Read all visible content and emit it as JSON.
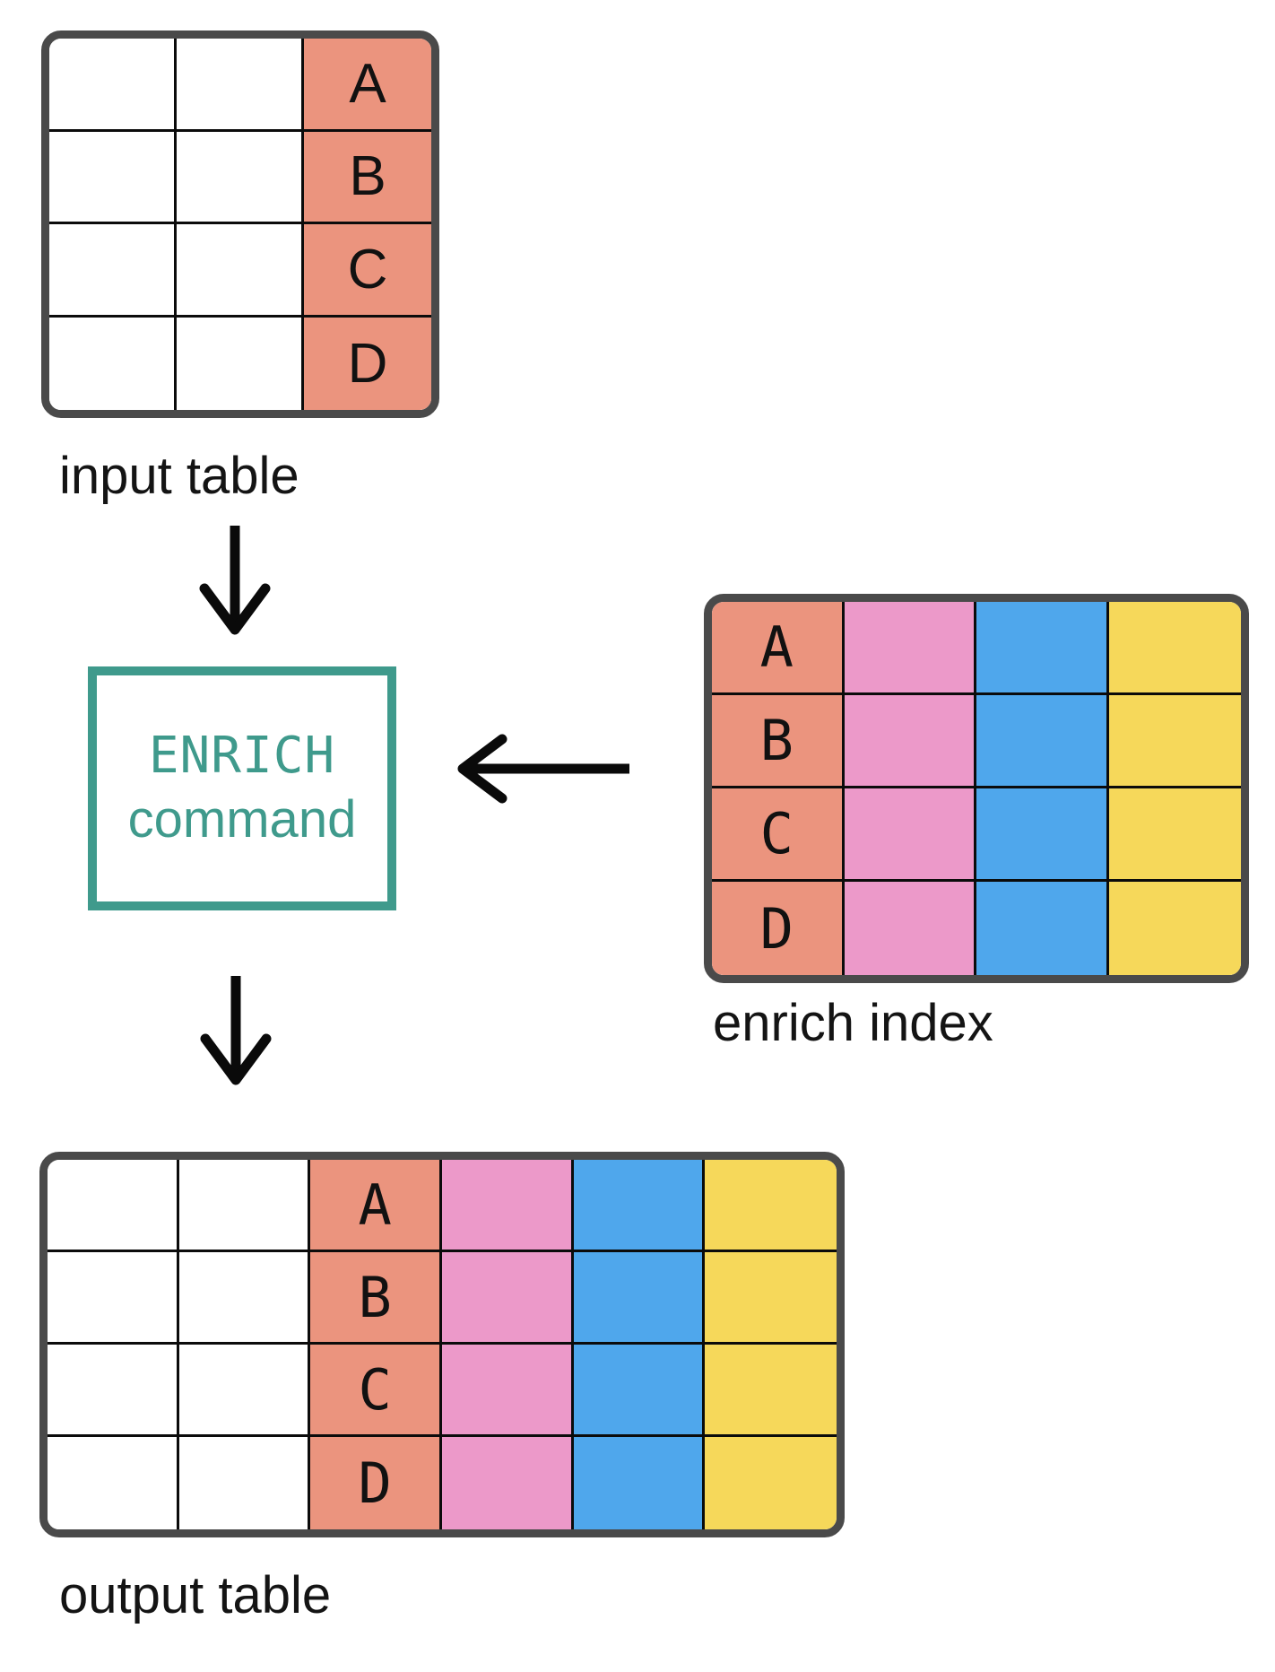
{
  "palette": {
    "background": "#ffffff",
    "border_dark": "#4a4a4a",
    "grid_line": "#0b0b0b",
    "teal": "#3f9a8c",
    "salmon": "#EB947E",
    "pink": "#EC99C9",
    "blue": "#4FA7EC",
    "yellow": "#F6D85A",
    "arrow_black": "#0a0a0a"
  },
  "icons": {
    "arrow_down": "↓",
    "arrow_left": "←"
  },
  "diagram": {
    "input_table": {
      "label": "input table",
      "rows": 4,
      "columns": [
        {
          "fill": "#ffffff",
          "values": [
            "",
            "",
            "",
            ""
          ]
        },
        {
          "fill": "#ffffff",
          "values": [
            "",
            "",
            "",
            ""
          ]
        },
        {
          "fill": "#EB947E",
          "values": [
            "A",
            "B",
            "C",
            "D"
          ]
        }
      ]
    },
    "enrich_command": {
      "keyword": "ENRICH",
      "word": "command"
    },
    "enrich_index": {
      "label": "enrich index",
      "rows": 4,
      "columns": [
        {
          "fill": "#EB947E",
          "values": [
            "A",
            "B",
            "C",
            "D"
          ]
        },
        {
          "fill": "#EC99C9",
          "values": [
            "",
            "",
            "",
            ""
          ]
        },
        {
          "fill": "#4FA7EC",
          "values": [
            "",
            "",
            "",
            ""
          ]
        },
        {
          "fill": "#F6D85A",
          "values": [
            "",
            "",
            "",
            ""
          ]
        }
      ]
    },
    "output_table": {
      "label": "output table",
      "rows": 4,
      "columns": [
        {
          "fill": "#ffffff",
          "values": [
            "",
            "",
            "",
            ""
          ]
        },
        {
          "fill": "#ffffff",
          "values": [
            "",
            "",
            "",
            ""
          ]
        },
        {
          "fill": "#EB947E",
          "values": [
            "A",
            "B",
            "C",
            "D"
          ]
        },
        {
          "fill": "#EC99C9",
          "values": [
            "",
            "",
            "",
            ""
          ]
        },
        {
          "fill": "#4FA7EC",
          "values": [
            "",
            "",
            "",
            ""
          ]
        },
        {
          "fill": "#F6D85A",
          "values": [
            "",
            "",
            "",
            ""
          ]
        }
      ]
    }
  }
}
